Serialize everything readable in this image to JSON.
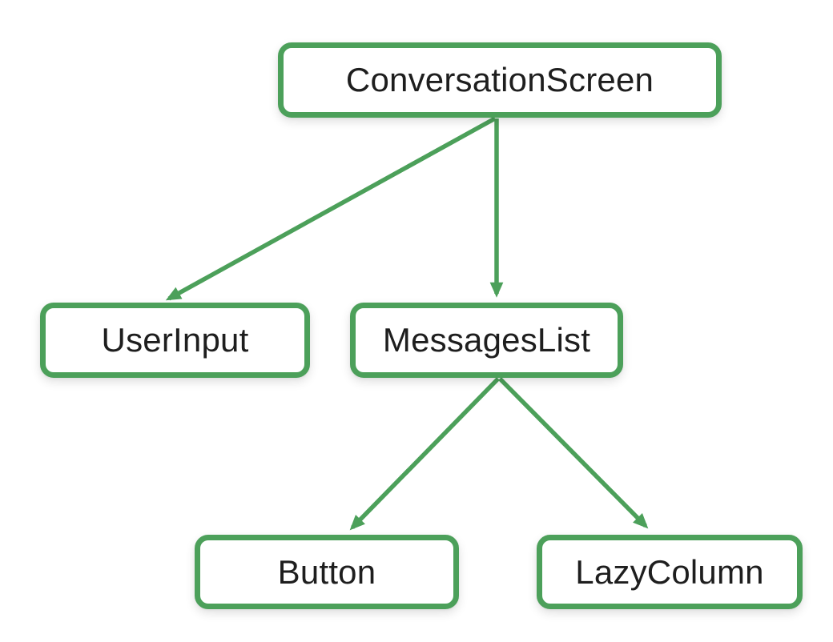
{
  "diagram_type": "component-tree",
  "nodes": {
    "conversation_screen": {
      "label": "ConversationScreen"
    },
    "user_input": {
      "label": "UserInput"
    },
    "messages_list": {
      "label": "MessagesList"
    },
    "button": {
      "label": "Button"
    },
    "lazy_column": {
      "label": "LazyColumn"
    }
  },
  "edges": [
    {
      "from": "ConversationScreen",
      "to": "UserInput"
    },
    {
      "from": "ConversationScreen",
      "to": "MessagesList"
    },
    {
      "from": "MessagesList",
      "to": "Button"
    },
    {
      "from": "MessagesList",
      "to": "LazyColumn"
    }
  ],
  "colors": {
    "accent": "#4CA05A",
    "text": "#1E1E1E",
    "node_fill": "#FFFFFF",
    "background": "#FFFFFF"
  }
}
